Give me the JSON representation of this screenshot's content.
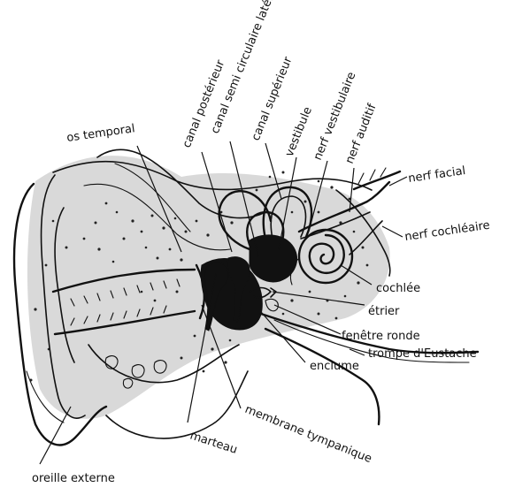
{
  "diagram": {
    "labels": {
      "os_temporal": "os temporal",
      "canal_posterieur": "canal postérieur",
      "canal_semi_circulaire_lateral": "canal semi circulaire latéral",
      "canal_superieur": "canal supérieur",
      "vestibule": "vestibule",
      "nerf_vestibulaire": "nerf vestibulaire",
      "nerf_auditif": "nerf auditif",
      "nerf_facial": "nerf facial",
      "nerf_cochleaire": "nerf cochléaire",
      "cochlee": "cochlée",
      "etrier": "étrier",
      "fenetre_ronde": "fenêtre ronde",
      "trompe_d_eustache": "trompe d'Eustache",
      "enclume": "enclume",
      "membrane_tympanique": "membrane tympanique",
      "marteau": "marteau",
      "oreille_externe": "oreille externe"
    }
  }
}
